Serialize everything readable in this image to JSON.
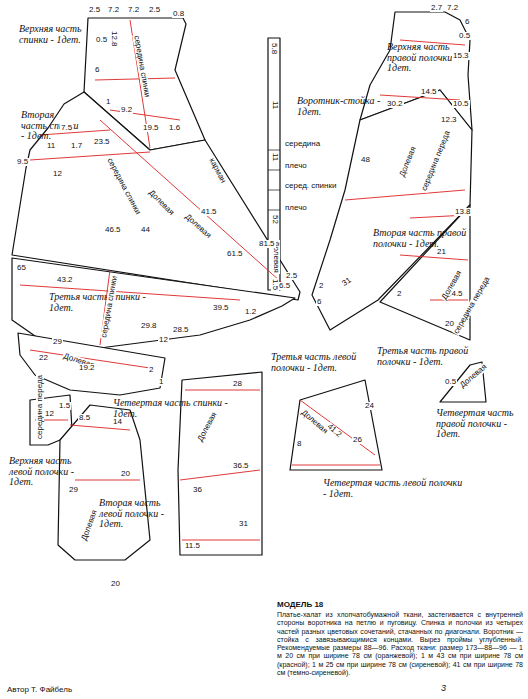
{
  "diagram": {
    "title": "МОДЕЛЬ 18",
    "caption": "Платье-халат из хлопчатобумажной ткани, застегивается с внутренней стороны воротника на петлю и пуговицу. Спинка и полочки из четырех частей разных цветовых сочетаний, стачанных по диагонали. Воротник — стойка с завязывающимися концами. Вырез проймы углубленный. Рекомендуемые размеры 88—96. Расход ткани: размер 173—88—96 — 1 м 20 см при ширине 78 см (оранжевой); 1 м 43 см при ширине 78 см (красной); 1 м 25 см при ширине 78 см (сиреневой); 41 см при ширине 78 см (темно-сиреневой).",
    "labels": [
      "Верхняя часть спинки - 1дет.",
      "2.5",
      "7.2",
      "7.2",
      "2.5",
      "0.8",
      "0.5",
      "12.8",
      "6",
      "1",
      "9.2",
      "19.5",
      "1.6",
      "середина спинки",
      "Воротник-стойка - 1дет.",
      "5.8",
      "11",
      "11",
      "52",
      "1.5",
      "середина",
      "плечо",
      "серед. спинки",
      "плечо",
      "Долевая",
      "Вторая часть спинки - 1дет.",
      "7.5",
      "11",
      "1.7",
      "23.5",
      "9.5",
      "12",
      "середина спинки",
      "Долевая",
      "Долевая",
      "44",
      "41.5",
      "61.5",
      "81.5",
      "карман",
      "2.5",
      "6.5",
      "46.5",
      "65",
      "43.2",
      "39.5",
      "Третья часть спинки - 1дет.",
      "середина спинки",
      "29.8",
      "28.5",
      "12",
      "1.2",
      "29",
      "Долевая",
      "22",
      "19.2",
      "2",
      "1",
      "Четвертая часть спинки - 1дет.",
      "Верхняя часть правой полочки - 1дет.",
      "2.7",
      "7.2",
      "6",
      "0.5",
      "15.3",
      "14.5",
      "30.2",
      "12.3",
      "10.5",
      "Долевая",
      "середина переда",
      "48",
      "Вторая часть правой полочки - 1дет.",
      "13.8",
      "31",
      "2",
      "6",
      "Третья часть правой полочки - 1дет.",
      "21",
      "24.5",
      "20",
      "Долевая",
      "середина переда",
      "2",
      "Четвертая часть правой полочки - 1дет.",
      "Долевая",
      "0.5",
      "Верхняя часть левой полочки - 1дет.",
      "середина переда",
      "1.5",
      "12",
      "Вторая часть левой полочки - 1дет.",
      "8.5",
      "14",
      "20",
      "29",
      "Долевая",
      "Третья часть левой полочки - 1дет.",
      "Долевая",
      "28",
      "36",
      "36.5",
      "31",
      "11.5",
      "Четвертая часть левой полочки - 1дет.",
      "Долевая",
      "41.2",
      "26",
      "24",
      "8",
      "3",
      "Автор Т. Файбель",
      "20"
    ]
  }
}
